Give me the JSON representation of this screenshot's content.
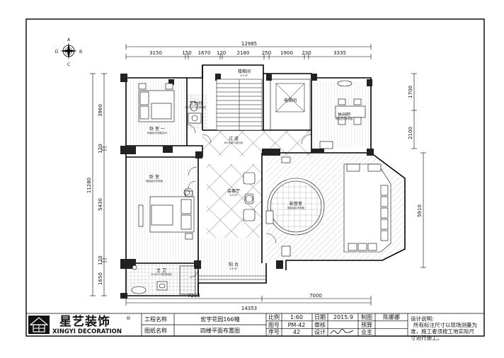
{
  "compass": {
    "n": "A",
    "s": "C",
    "w": "D",
    "e": "B"
  },
  "dimensions": {
    "top_total": "12985",
    "top_segments": [
      "3150",
      "150",
      "1670",
      "120",
      "2180",
      "250",
      "1900",
      "230",
      "3335"
    ],
    "left_total": "11280",
    "left_segments": [
      "3960",
      "120",
      "5430",
      "120",
      "1650"
    ],
    "right_top": [
      "1700",
      "2100"
    ],
    "right_bottom": "5910",
    "bottom_segments": [
      "7233",
      "7000"
    ],
    "bottom_total": "14353"
  },
  "rooms": [
    {
      "key": "bedroom1",
      "name": "卧 室 一",
      "sub": "地板贴木地板实木"
    },
    {
      "key": "bath1",
      "name": "卫生间",
      "sub": "300X300防滑地砖"
    },
    {
      "key": "stair",
      "name": "楼梯间",
      "sub": "6.5 M²"
    },
    {
      "key": "elevator",
      "name": "电梯间",
      "sub": ""
    },
    {
      "key": "lounge",
      "name": "休闲吧",
      "sub": "地板贴实木地板"
    },
    {
      "key": "corridor",
      "name": "过 道",
      "sub": "800X800抛光砖"
    },
    {
      "key": "bedroom2",
      "name": "卧 室",
      "sub": "地板贴实木地板"
    },
    {
      "key": "guest",
      "name": "会客厅",
      "sub": "8.0 M²"
    },
    {
      "key": "theater",
      "name": "影音室",
      "sub": "地板贴实木地板"
    },
    {
      "key": "balcony",
      "name": "阳 台",
      "sub": "6.6 M²"
    },
    {
      "key": "mainbath",
      "name": "主 卫",
      "sub": "300X300防滑地砖"
    }
  ],
  "title_block": {
    "brand_cn": "星艺装饰",
    "brand_en": "XINGYI DECORATION",
    "reg_mark": "®",
    "project_label": "工程名称",
    "project_value": "宏宇花园166幢",
    "drawing_label": "图纸名称",
    "drawing_value": "四楼平面布置图",
    "scale_label": "比例",
    "scale_value": "1:60",
    "date_label": "日期",
    "date_value": "2015.9",
    "maker_label": "制图",
    "maker_value": "陈娜娜",
    "drawno_label": "图号",
    "drawno_value": "PM-42",
    "review_label": "审核",
    "budget_label": "预算",
    "seq_label": "序号",
    "seq_value": "42",
    "design_label": "设计",
    "owner_label": "业主",
    "notes_title": "设计说明:",
    "notes_line1": "所有标注尺寸以现场测量为",
    "notes_line2": "准，施工者须按工地实际尺",
    "notes_line3": "寸进行施工。"
  }
}
